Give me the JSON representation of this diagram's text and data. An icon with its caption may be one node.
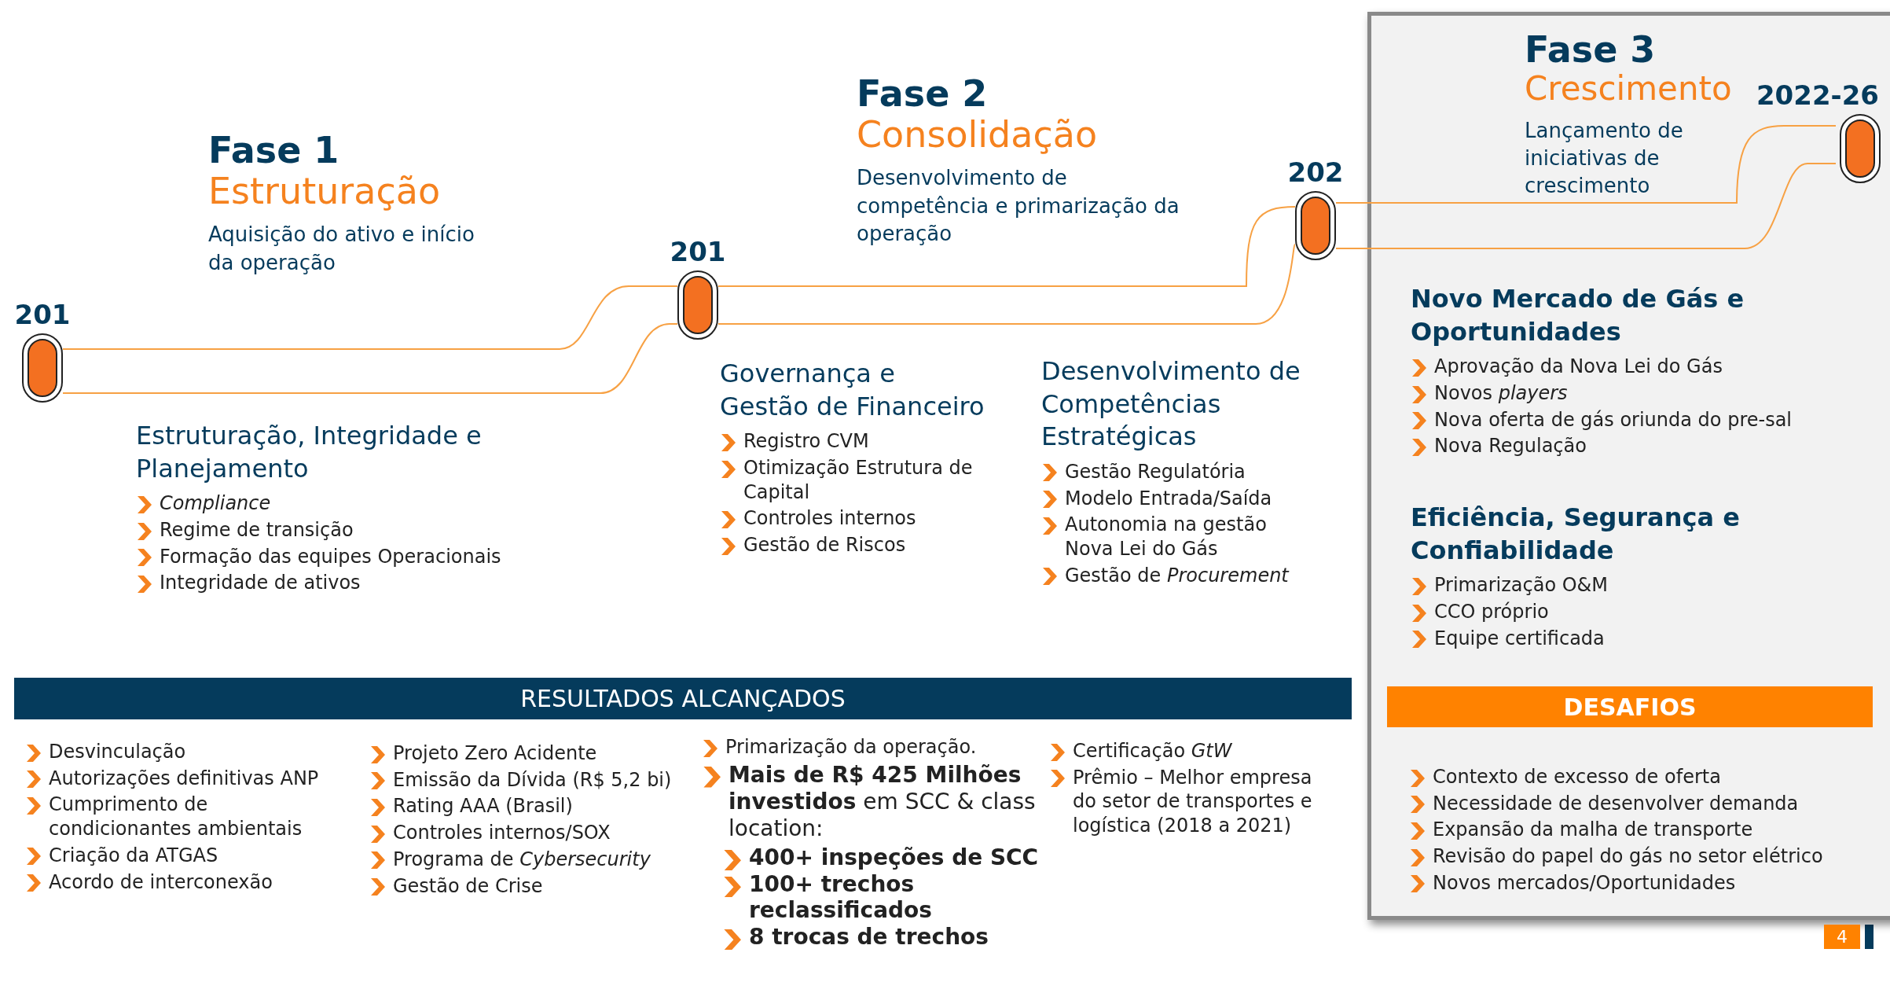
{
  "diagram": {
    "nodes": [
      {
        "text": [
          "201"
        ]
      },
      {
        "text": [
          "201"
        ]
      },
      {
        "text": [
          "202"
        ]
      },
      {
        "text": [
          "Fase 3",
          "Crescimento",
          "Lançamento de iniciativas de crescimento",
          "Novo Mercado de Gás e Oportunidades",
          "Aprovação da Nova Lei do Gás",
          "Novos *players*",
          "Nova oferta de gás oriunda do pre-sal",
          "Nova Regulação",
          "Eficiência, Segurança e Confiabilidade",
          "Primarização O&M",
          "CCO próprio",
          "Equipe certificada",
          "Contexto de excesso de oferta",
          "Necessidade de desenvolver demanda",
          "Expansão da malha de transporte",
          "Revisão do papel do gás no setor elétrico",
          "Novos mercados/Oportunidades"
        ]
      },
      {
        "text": [
          "2022-26"
        ],
        "in": 3
      },
      {
        "text": [
          "DESAFIOS"
        ],
        "in": 3
      },
      {
        "text": [
          "RESULTADOS ALCANÇADOS"
        ]
      },
      {
        "text": [
          "4"
        ]
      }
    ],
    "edges": [
      {
        "from": 0,
        "to": 1,
        "arrow": "none"
      },
      {
        "from": 0,
        "to": 1,
        "arrow": "none"
      },
      {
        "from": 1,
        "to": 2,
        "arrow": "none"
      },
      {
        "from": 1,
        "to": 2,
        "arrow": "none"
      },
      {
        "from": 2,
        "to": 4,
        "arrow": "none"
      },
      {
        "from": 2,
        "to": 4,
        "arrow": "none"
      }
    ],
    "labels": [
      "Fase 1",
      "Estruturação",
      "Aquisição do ativo e início da operação",
      "Fase 2",
      "Consolidação",
      "Desenvolvimento de competência e primarização da operação",
      "Estruturação, Integridade e Planejamento",
      "Compliance",
      "Regime de transição",
      "Formação das equipes Operacionais",
      "Integridade de ativos",
      "Governança e Gestão de Financeiro",
      "Registro CVM",
      "Otimização Estrutura de Capital",
      "Controles internos",
      "Gestão de Riscos",
      "Desenvolvimento de Competências Estratégicas",
      "Gestão Regulatória",
      "Modelo Entrada/Saída",
      "Autonomia na gestão Nova Lei do Gás",
      "Gestão de *Procurement*",
      "Desvinculação",
      "Autorizações definitivas ANP",
      "Cumprimento de condicionantes ambientais",
      "Criação da ATGAS",
      "Acordo de interconexão",
      "Projeto Zero Acidente",
      "Emissão da Dívida (R$ 5,2 bi)",
      "Rating AAA (Brasil)",
      "Controles internos/SOX",
      "Programa de *Cybersecurity*",
      "Gestão de Crise",
      "Primarização da operação.",
      "**Mais de R$ 425 Milhões investidos** em SCC & class location:",
      "400+ inspeções de SCC",
      "100+ trechos reclassificados",
      "8 trocas de trechos",
      "Certificação *GtW*",
      "Prêmio – Melhor empresa do setor de transportes e logística (2018 a 2021)"
    ]
  }
}
